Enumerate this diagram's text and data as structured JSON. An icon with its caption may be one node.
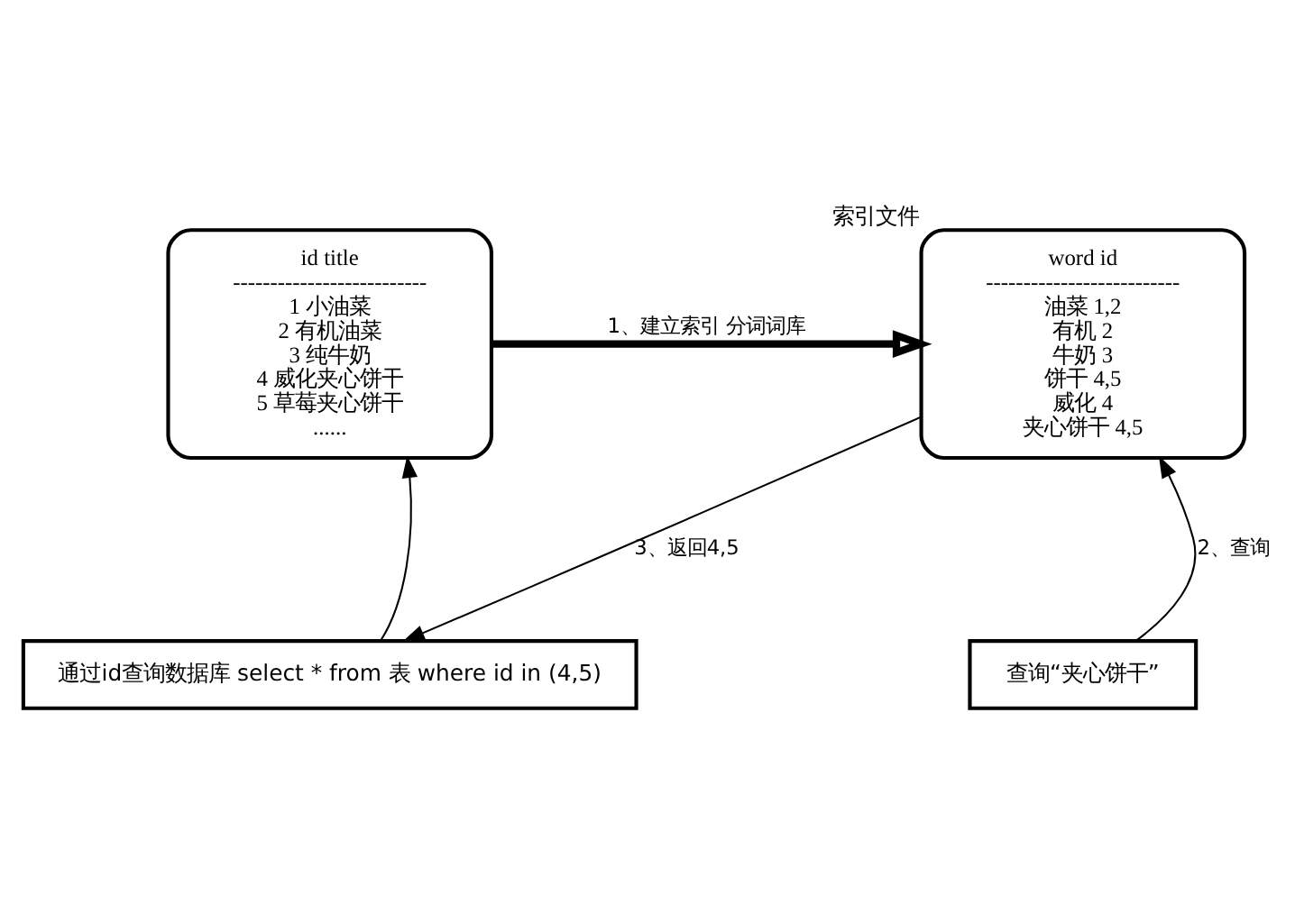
{
  "diagram": {
    "nodes": [
      {
        "text": [
          "id title",
          "--------------------------",
          "1 小油菜",
          "2 有机油菜",
          "3 纯牛奶",
          "4 威化夹心饼干",
          "5 草莓夹心饼干",
          "......"
        ]
      },
      {
        "text": [
          "word id",
          "--------------------------",
          "油菜 1,2",
          "有机 2",
          "牛奶 3",
          "饼干 4,5",
          "威化 4",
          "夹心饼干 4,5"
        ],
        "beside": [
          "索引文件"
        ]
      },
      {
        "text": [
          "通过id查询数据库 select * from 表 where id in (4,5)"
        ]
      },
      {
        "text": [
          "查询“夹心饼干”"
        ]
      }
    ],
    "edges": [
      {
        "from": 0,
        "to": 1,
        "arrow": "to",
        "label": "1、建立索引 分词词库",
        "style": "thick"
      },
      {
        "from": 3,
        "to": 1,
        "arrow": "to",
        "label": "2、查询"
      },
      {
        "from": 1,
        "to": 2,
        "arrow": "to",
        "label": "3、返回4,5"
      },
      {
        "from": 2,
        "to": 0,
        "arrow": "to"
      }
    ]
  }
}
